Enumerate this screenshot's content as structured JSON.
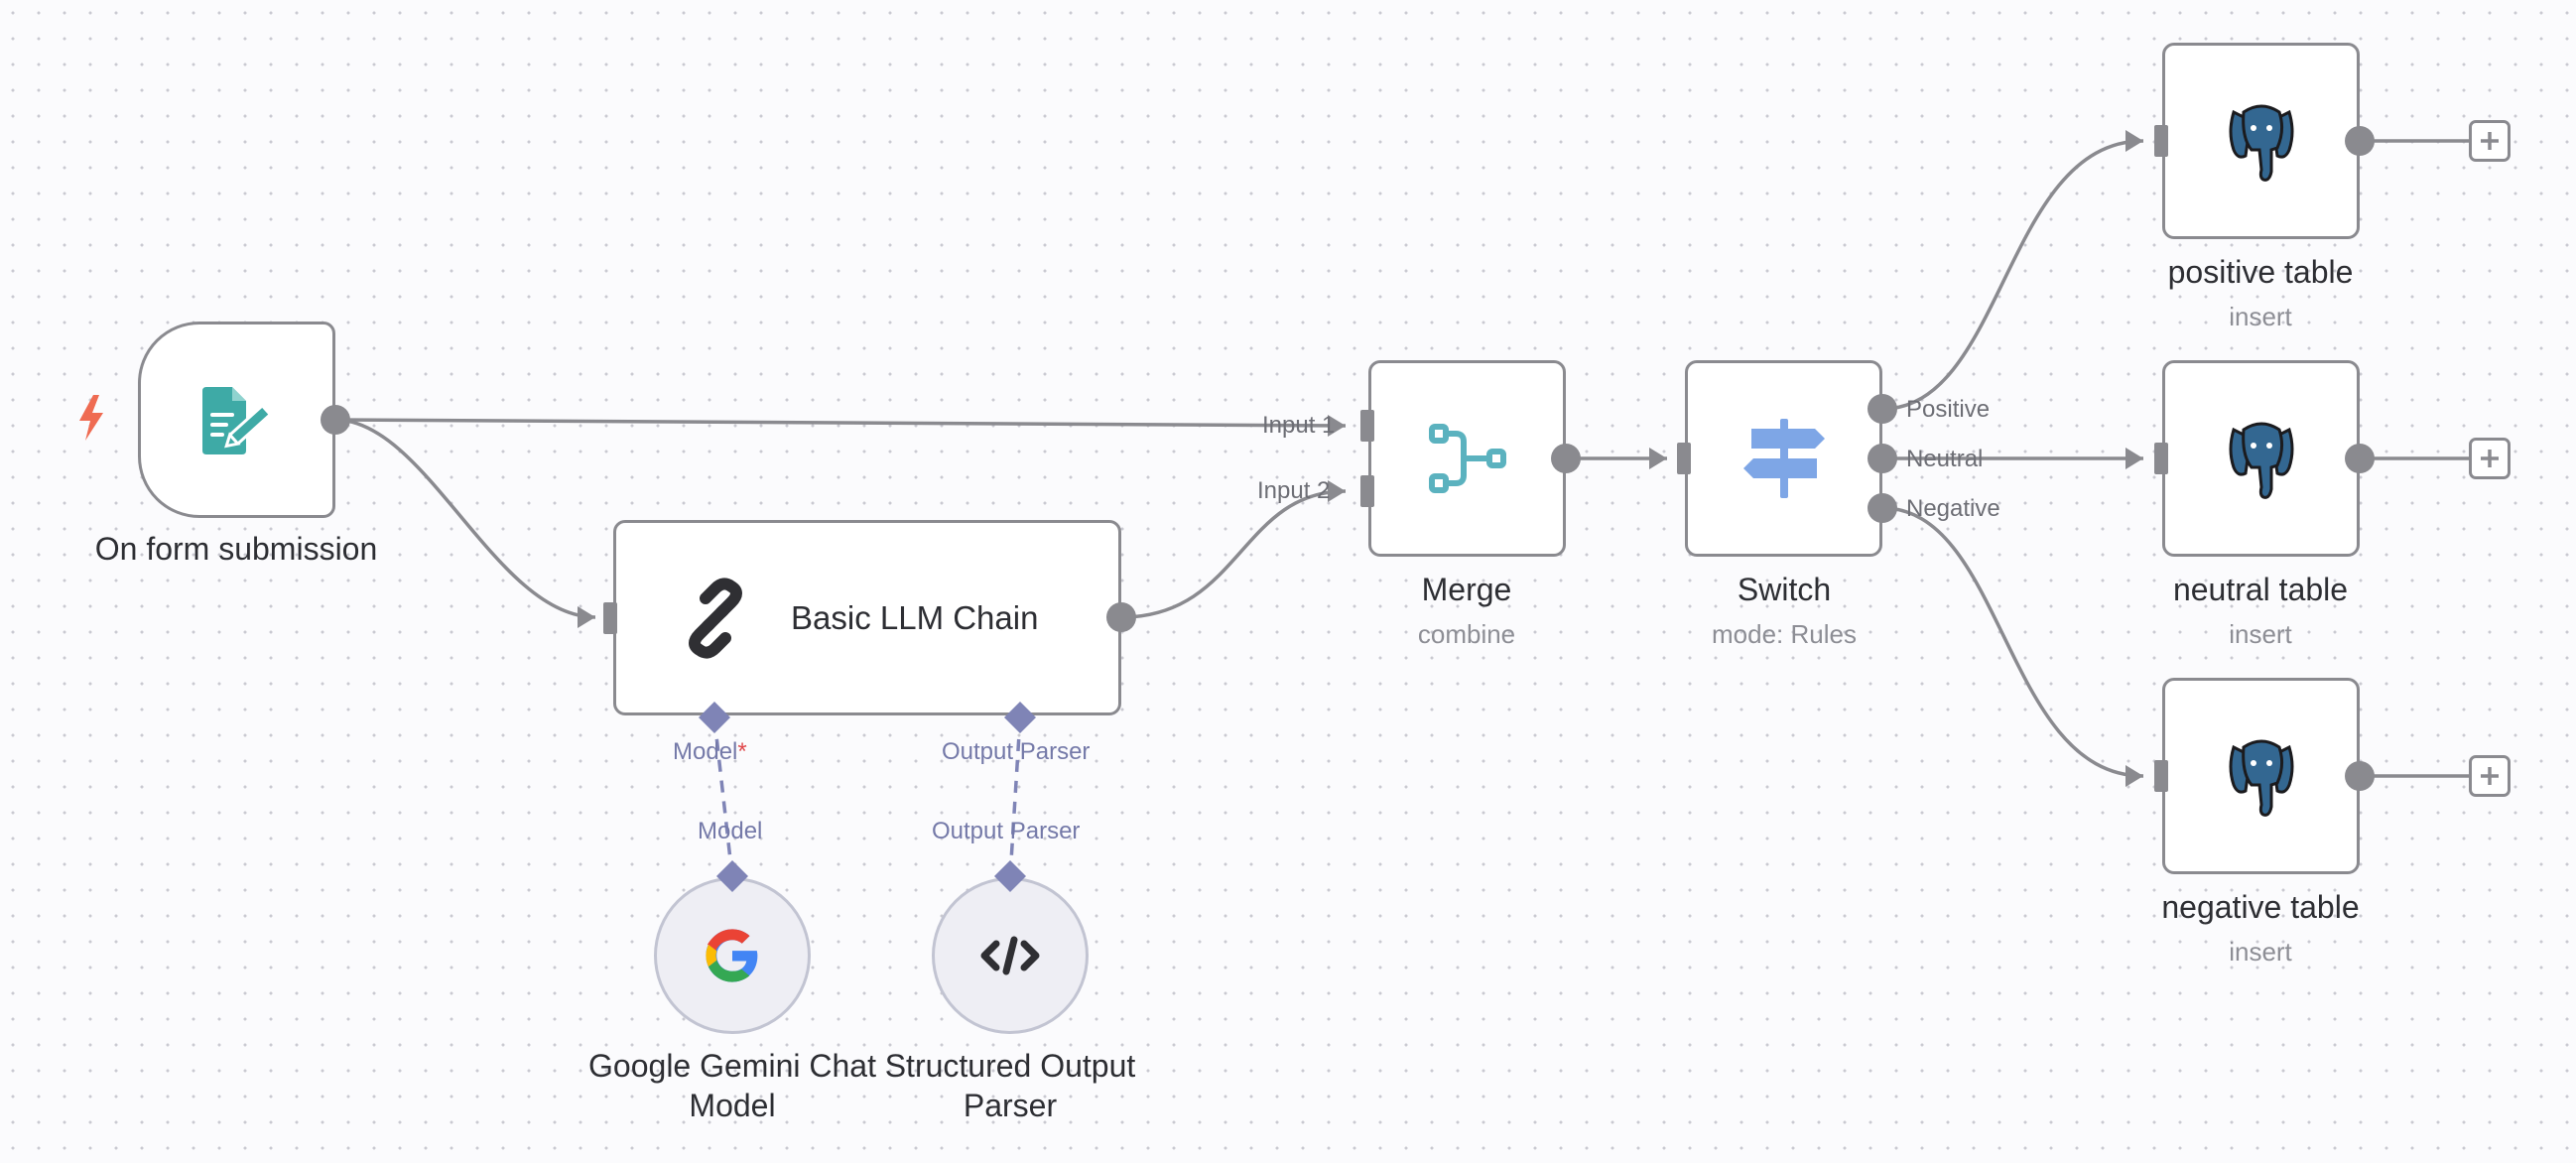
{
  "workflow": {
    "nodes": {
      "form_trigger": {
        "label": "On form submission",
        "icon": "form-document-icon"
      },
      "llm_chain": {
        "title": "Basic LLM Chain",
        "icon": "chain-link-icon"
      },
      "gemini_model": {
        "label_line1": "Google Gemini Chat",
        "label_line2": "Model",
        "icon": "google-g-icon"
      },
      "output_parser": {
        "label_line1": "Structured Output",
        "label_line2": "Parser",
        "icon": "code-brackets-icon"
      },
      "merge": {
        "label": "Merge",
        "sublabel": "combine",
        "icon": "merge-icon"
      },
      "switch": {
        "label": "Switch",
        "sublabel": "mode: Rules",
        "icon": "signpost-icon"
      },
      "positive_table": {
        "label": "positive table",
        "sublabel": "insert",
        "icon": "postgres-elephant-icon"
      },
      "neutral_table": {
        "label": "neutral table",
        "sublabel": "insert",
        "icon": "postgres-elephant-icon"
      },
      "negative_table": {
        "label": "negative table",
        "sublabel": "insert",
        "icon": "postgres-elephant-icon"
      }
    },
    "port_labels": {
      "merge_input_1": "Input 1",
      "merge_input_2": "Input 2",
      "switch_positive": "Positive",
      "switch_neutral": "Neutral",
      "switch_negative": "Negative"
    },
    "connection_labels": {
      "chain_model": "Model",
      "chain_model_required": "*",
      "chain_output_parser": "Output Parser",
      "model_output": "Model",
      "parser_output": "Output Parser"
    },
    "colors": {
      "edge": "#8a8a8f",
      "ai_connection": "#7f84b6",
      "trigger_bolt": "#ef6b52",
      "form_icon": "#3eaaa6",
      "merge_icon": "#5bb2bf",
      "switch_icon": "#7ea6e6",
      "postgres_blue": "#336791",
      "required_marker": "#e0484b"
    }
  }
}
